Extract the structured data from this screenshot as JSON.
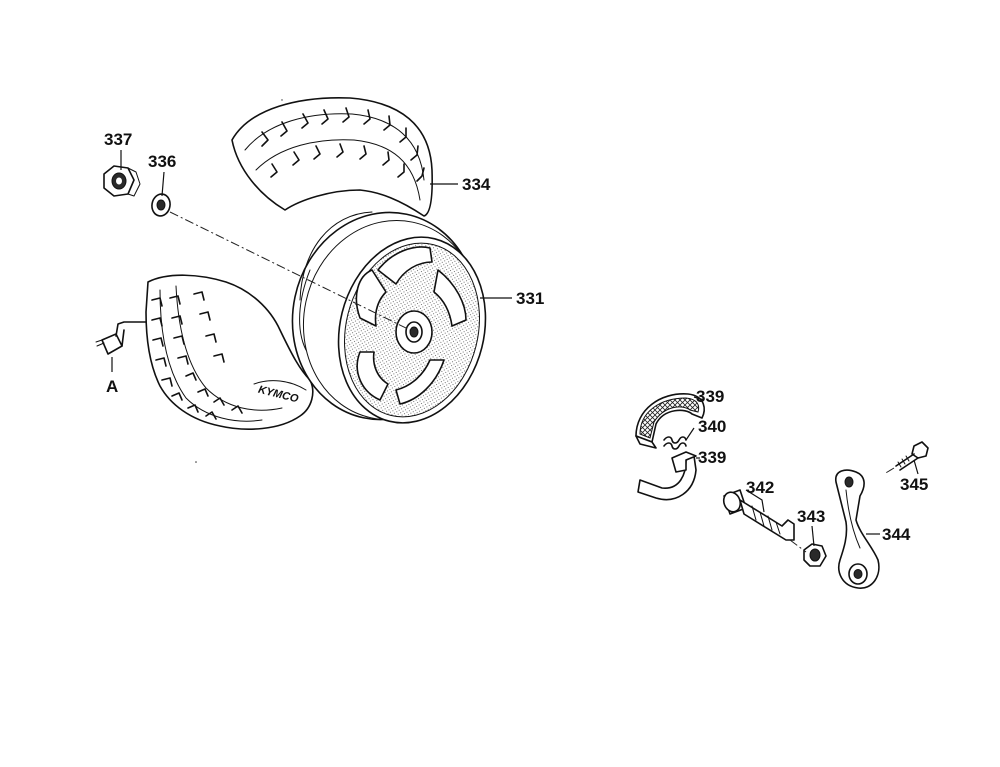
{
  "diagram": {
    "callouts": {
      "p331": "331",
      "p334": "334",
      "p336": "336",
      "p337": "337",
      "p339_top": "339",
      "p339_bottom": "339",
      "p340": "340",
      "p342": "342",
      "p343": "343",
      "p344": "344",
      "p345": "345",
      "ref_a": "A"
    },
    "tire_brand": "KYMCO"
  },
  "colors": {
    "ink": "#111111",
    "background": "#ffffff"
  }
}
